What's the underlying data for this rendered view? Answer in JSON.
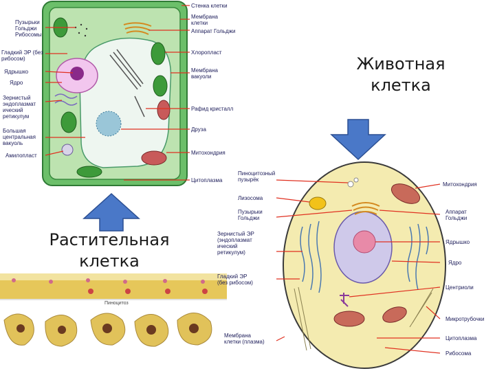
{
  "plant_cell": {
    "left_labels": [
      "Пузырьки\nГольджи\nРибосомы",
      "Гладкий ЭР (без\nрибосом)",
      "Ядрышко",
      "Ядро",
      "Зернистый\nэндоплазмат\nический\nретикулум",
      "Большая\nцентральная\nвакуоль",
      "Амилопласт"
    ],
    "right_labels": [
      "Стенка клетки",
      "Мембрана\nклетки",
      "Аппарат Гольджи",
      "Хлоропласт",
      "Мембрана\nвакуоли",
      "Рафид кристалл",
      "Друза",
      "Митохондрия",
      "Цитоплазма"
    ]
  },
  "animal_cell": {
    "left_labels": [
      "Пиноцитозный\nпузырёк",
      "Лизосома",
      "Пузырьки\nГольджи",
      "Зернистый ЭР\n(эндоплазмат\nический\nретикулум)",
      "Гладкий ЭР\n(без рибосом)",
      "Мембрана\nклетки (плазма)"
    ],
    "right_labels": [
      "Митохондрия",
      "Аппарат\nГольджи",
      "Ядрышко",
      "Ядро",
      "Центриоли",
      "Микротрубочки",
      "Цитоплазма",
      "Рибосома"
    ]
  },
  "phagocytosis_label": "Пиноцитоз",
  "captions": {
    "animal": "Животная\nклетка",
    "plant": "Растительная\nклетка"
  },
  "colors": {
    "arrow_fill": "#4a78c8",
    "label_line": "#e03020",
    "plant_wall": "#6cbf6a",
    "animal_cytoplasm": "#f4ebb0"
  }
}
